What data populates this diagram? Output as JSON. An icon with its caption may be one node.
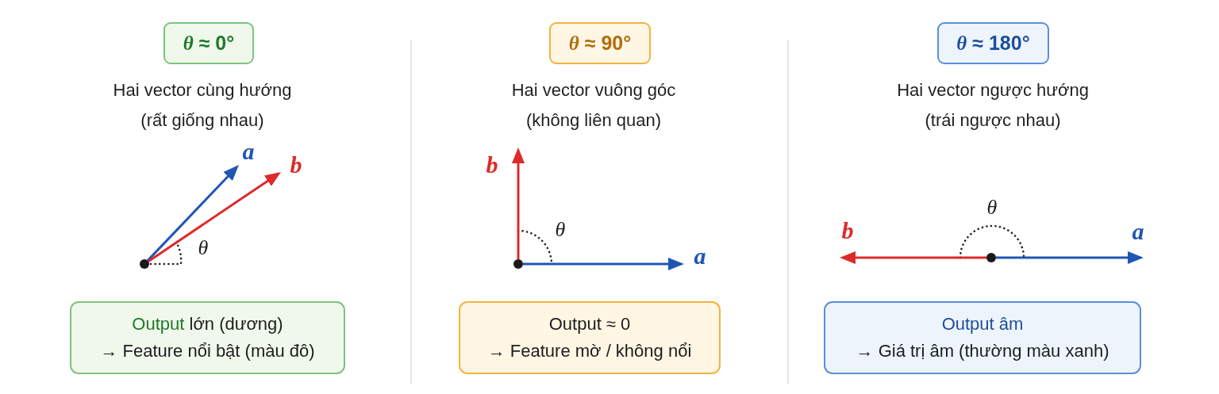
{
  "diagram": {
    "nodes": [
      {
        "text": [
          "*θ* ≈ 0°"
        ]
      },
      {
        "text": [],
        "shape": "circle"
      },
      {
        "text": [
          "Output lớn (dương)",
          "→ Feature nổi bật (màu đô)"
        ]
      },
      {
        "text": [
          "*θ* ≈ 90°"
        ]
      },
      {
        "text": [],
        "shape": "circle"
      },
      {
        "text": [
          "Output ≈ 0",
          "→ Feature mờ / không nổi"
        ]
      },
      {
        "text": [
          "*θ* ≈ 180°"
        ]
      },
      {
        "text": [],
        "shape": "circle"
      },
      {
        "text": [
          "Output âm",
          "→ Giá trị âm (thường màu xanh)"
        ]
      }
    ],
    "edges": [
      {
        "from": 1,
        "to": null,
        "arrow": "to",
        "label": "a",
        "color": "#1f56b3"
      },
      {
        "from": 1,
        "to": null,
        "arrow": "to",
        "label": "b",
        "color": "#de2a2a"
      },
      {
        "from": 4,
        "to": null,
        "arrow": "to",
        "label": "b",
        "color": "#de2a2a"
      },
      {
        "from": 4,
        "to": null,
        "arrow": "to",
        "label": "a",
        "color": "#1f56b3"
      },
      {
        "from": 7,
        "to": null,
        "arrow": "to",
        "label": "b",
        "color": "#de2a2a"
      },
      {
        "from": 7,
        "to": null,
        "arrow": "to",
        "label": "a",
        "color": "#1f56b3"
      }
    ],
    "labels": [
      "Hai vector cùng hướng (rất giống nhau)",
      "θ",
      "Hai vector vuông góc (không liên quan)",
      "θ",
      "Hai vector ngược hướng (trái ngược nhau)",
      "θ"
    ]
  }
}
